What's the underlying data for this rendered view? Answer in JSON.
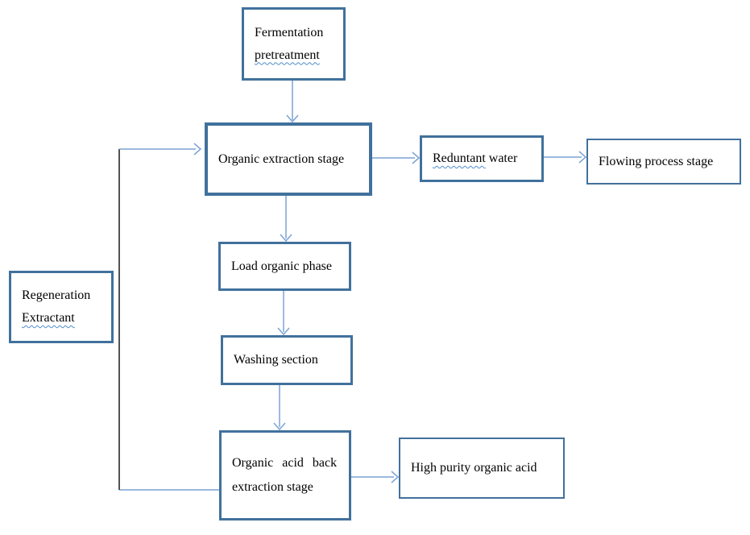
{
  "nodes": {
    "fermentation": {
      "line1": "Fermentation",
      "line2": "pretreatment"
    },
    "organic_extraction": {
      "label": "Organic extraction stage"
    },
    "redundant_water": {
      "misspelled_word": "Reduntant",
      "rest": "water"
    },
    "flowing_process": {
      "label": "Flowing process stage"
    },
    "load_organic": {
      "label": "Load organic phase"
    },
    "washing": {
      "label": "Washing section"
    },
    "back_extraction": {
      "line1": "Organic acid back",
      "line2": "extraction stage"
    },
    "high_purity": {
      "label": "High purity organic acid"
    },
    "regeneration": {
      "line1": "Regeneration",
      "line2": "Extractant"
    }
  },
  "edges": [
    {
      "from": "fermentation",
      "to": "organic_extraction"
    },
    {
      "from": "organic_extraction",
      "to": "redundant_water"
    },
    {
      "from": "redundant_water",
      "to": "flowing_process"
    },
    {
      "from": "organic_extraction",
      "to": "load_organic"
    },
    {
      "from": "load_organic",
      "to": "washing"
    },
    {
      "from": "washing",
      "to": "back_extraction"
    },
    {
      "from": "back_extraction",
      "to": "high_purity"
    },
    {
      "from": "back_extraction",
      "to": "organic_extraction",
      "via": "left-feedback-loop"
    }
  ],
  "colors": {
    "box_border": "#41719c",
    "connector": "#7aa3d4",
    "feedback_vertical_line": "#3f3f3f",
    "spellcheck_underline": "#4f8ccc",
    "text": "#000000",
    "background": "#ffffff"
  }
}
